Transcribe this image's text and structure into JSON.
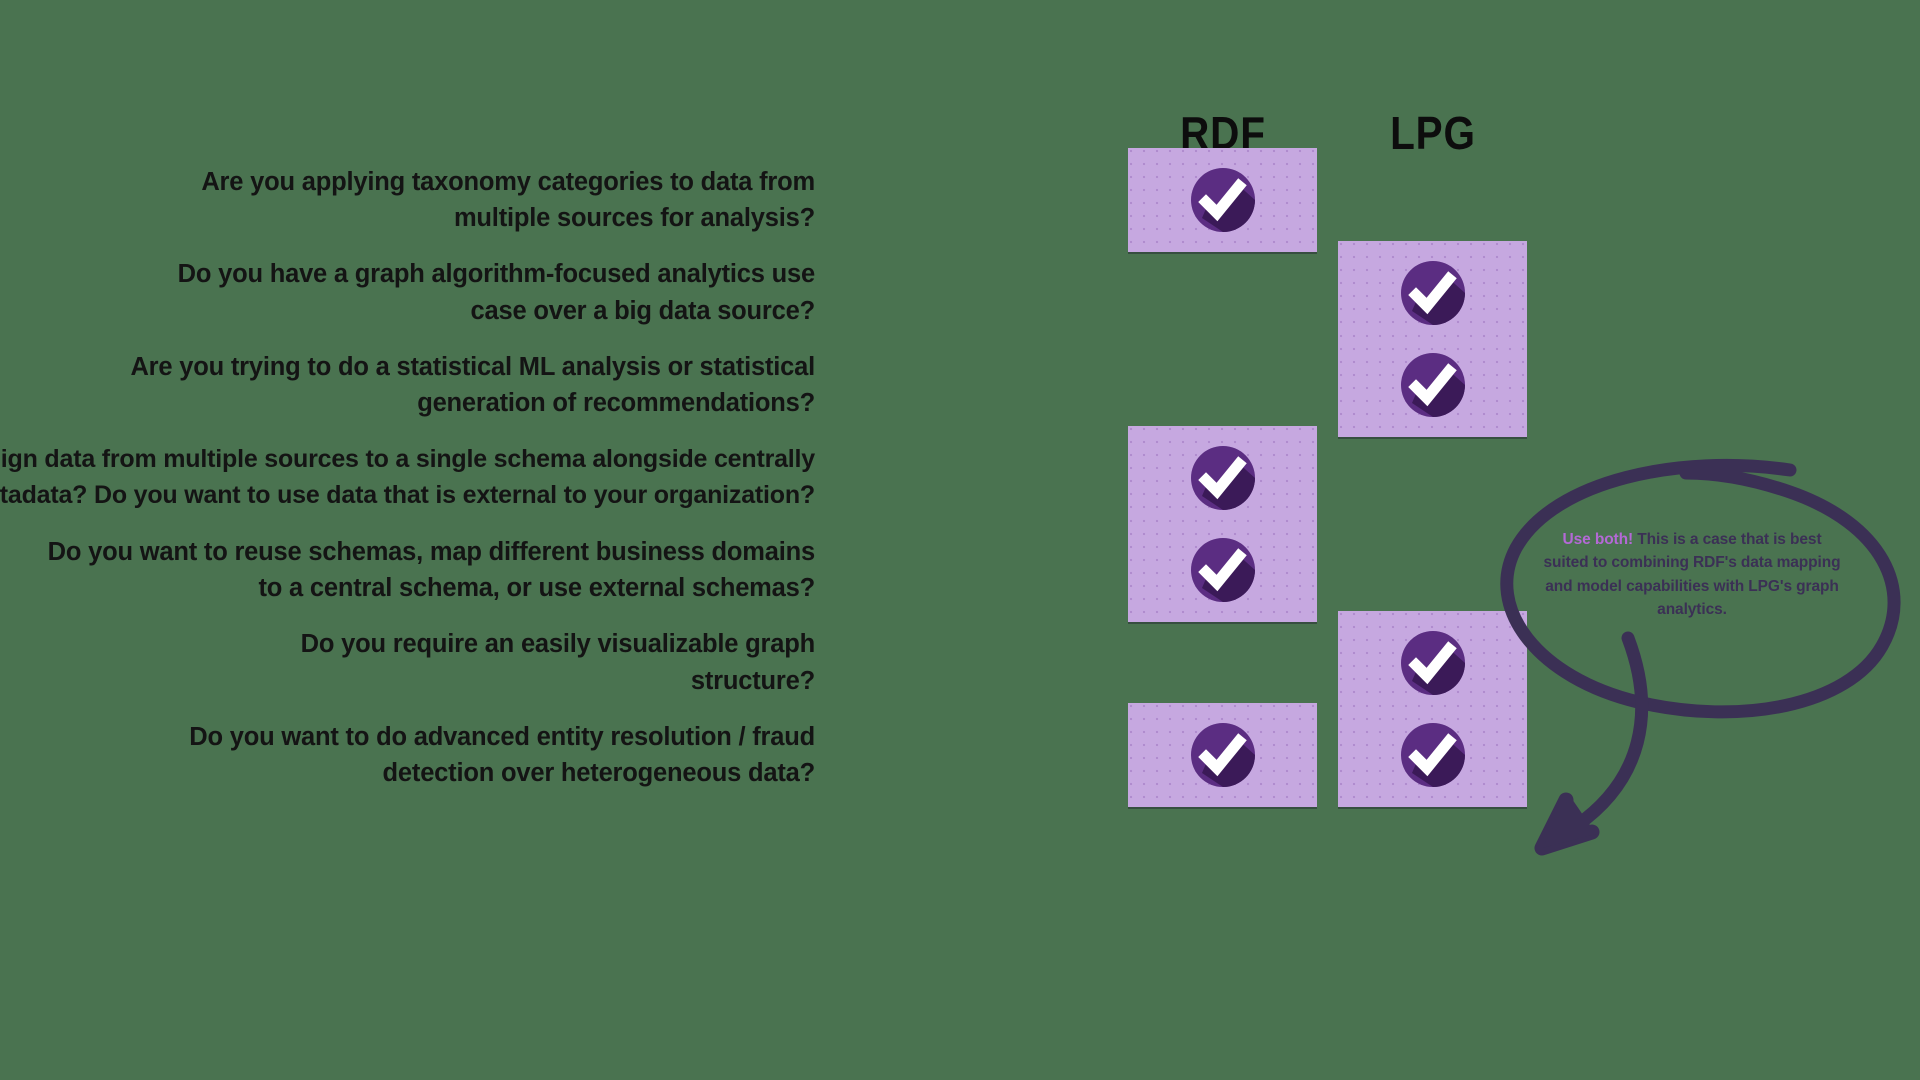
{
  "background_color": "#4a7350",
  "columns": [
    {
      "id": "rdf",
      "label": "RDF"
    },
    {
      "id": "lpg",
      "label": "LPG"
    }
  ],
  "theme": {
    "tile_fill": "#c6a8e0",
    "badge_circle": "#5b2d82",
    "badge_shadow": "#3b1a58",
    "badge_check": "#ffffff",
    "annotation_ink": "#3b3055",
    "annotation_accent": "#b469d6",
    "question_text": "#141414",
    "header_text": "#0d0d0d"
  },
  "rows": [
    {
      "lines": [
        "Are you applying taxonomy categories to data from",
        "multiple sources for analysis?"
      ],
      "rdf": true,
      "lpg": false
    },
    {
      "lines": [
        "Do you have a graph algorithm-focused analytics use",
        "case over a big data source?"
      ],
      "rdf": false,
      "lpg": true
    },
    {
      "lines": [
        "Are you trying to do a statistical ML analysis or statistical",
        "generation of recommendations?"
      ],
      "rdf": false,
      "lpg": true
    },
    {
      "lines": [
        "Do you want to align data from multiple sources to a single schema alongside centrally",
        "managed metadata? Do you want to use data that is external to your organization?"
      ],
      "rdf": true,
      "lpg": false
    },
    {
      "lines": [
        "Do you want to reuse schemas, map different business domains",
        "to a central schema, or use external schemas?"
      ],
      "rdf": true,
      "lpg": false
    },
    {
      "lines": [
        "Do you require an easily visualizable graph",
        "structure?"
      ],
      "rdf": false,
      "lpg": true
    },
    {
      "lines": [
        "Do you want to do advanced entity resolution / fraud",
        "detection over heterogeneous data?"
      ],
      "rdf": true,
      "lpg": true
    }
  ],
  "annotation": {
    "lead": "Use both!",
    "body": " This is a case that is best suited to combining RDF's data mapping and model capabilities with LPG's graph analytics."
  },
  "icons": {
    "check": "check-circle-icon",
    "callout": "hand-drawn-ellipse",
    "arrow": "curved-arrow-icon"
  }
}
